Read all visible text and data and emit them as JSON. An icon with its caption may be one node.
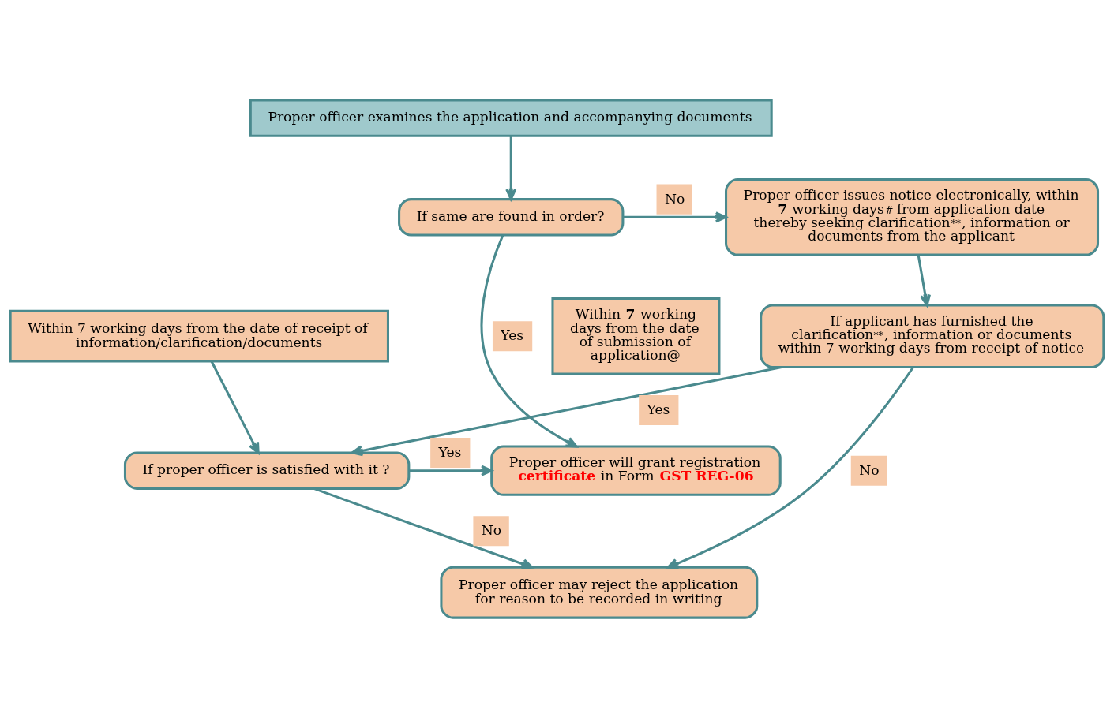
{
  "diagram": {
    "nodes": [
      {
        "text": [
          "Proper officer examines the application and accompanying documents"
        ]
      },
      {
        "text": [
          "If same are found in order?"
        ]
      },
      {
        "text": [
          "Proper officer issues notice electronically, within **7** working days$^{#}$ from application date thereby seeking clarification$^{**}$, information or documents from the applicant"
        ]
      },
      {
        "text": [
          "Within **7** working days from the date of submission of application@"
        ]
      },
      {
        "text": [
          "If applicant has furnished the clarification$^{**}$, information or documents within 7 working days from receipt of notice"
        ]
      },
      {
        "text": [
          "Proper officer will grant registration **certificate** in Form **GST REG-06**"
        ]
      },
      {
        "text": [
          "If proper officer is satisfied with it ?"
        ]
      },
      {
        "text": [
          "Within 7 working days from the date of receipt of information/clarification/documents"
        ]
      },
      {
        "text": [
          "Proper officer may reject the application for reason to be recorded in writing"
        ]
      }
    ],
    "edges": [
      {
        "from": 0,
        "to": 1,
        "arrow": "to"
      },
      {
        "from": 1,
        "to": 2,
        "arrow": "to",
        "label": "No"
      },
      {
        "from": 1,
        "to": 5,
        "arrow": "to",
        "label": "Yes"
      },
      {
        "from": 2,
        "to": 4,
        "arrow": "to"
      },
      {
        "from": 4,
        "to": 6,
        "arrow": "to",
        "label": "Yes"
      },
      {
        "from": 6,
        "to": 5,
        "arrow": "to",
        "label": "Yes"
      },
      {
        "from": 4,
        "to": 8,
        "arrow": "to",
        "label": "No"
      },
      {
        "from": 6,
        "to": 8,
        "arrow": "to",
        "label": "No"
      },
      {
        "from": 7,
        "to": 6,
        "arrow": "to"
      }
    ]
  }
}
